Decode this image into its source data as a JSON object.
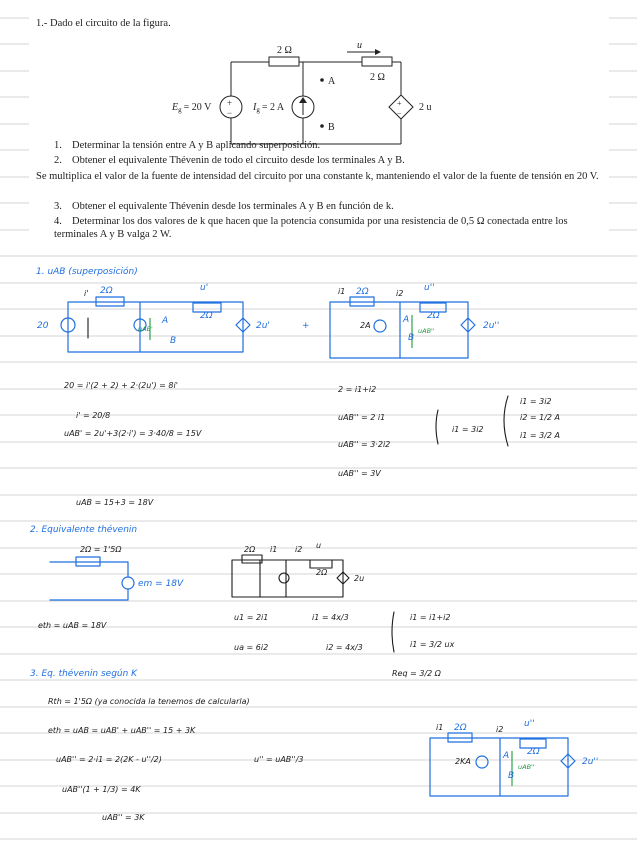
{
  "problem": {
    "title": "1.- Dado el circuito de la figura.",
    "items_a": [
      {
        "num": "1.",
        "text": "Determinar la tensión entre A y B aplicando superposición."
      },
      {
        "num": "2.",
        "text": "Obtener el equivalente Thévenin de todo el circuito desde los terminales A y B."
      }
    ],
    "paragraph": "Se multiplica el valor de la fuente de intensidad del circuito por una constante k, manteniendo el valor de la fuente de tensión en 20 V.",
    "items_b": [
      {
        "num": "3.",
        "text": "Obtener el equivalente Thévenin desde los terminales A y B en función de k."
      },
      {
        "num": "4.",
        "text": "Determinar los dos valores de k que hacen que la potencia consumida por una resistencia de 0,5 Ω conectada entre los terminales A y B valga 2 W."
      }
    ]
  },
  "circuit": {
    "r_top": "2 Ω",
    "r_right": "2 Ω",
    "voltage_label": "u",
    "eg_label": "E",
    "eg_sub": "g",
    "eg_value": "= 20 V",
    "ig_label": "I",
    "ig_sub": "g",
    "ig_value": "= 2 A",
    "dep_label": "2 u",
    "node_a": "A",
    "node_b": "B",
    "plus": "+",
    "minus": "−"
  },
  "notes": {
    "s1_title": "1. uAB (superposición)",
    "s2_title": "2. Equivalente thévenin",
    "s3_title": "3. Eq. thévenin según K",
    "c1": {
      "i1": "i'",
      "r1": "2Ω",
      "u": "u'",
      "r2": "2Ω",
      "src": "20",
      "A": "A",
      "B": "B",
      "uab": "uAB'",
      "dep": "2u'",
      "plus": "+"
    },
    "c2": {
      "i1": "i1",
      "r1": "2Ω",
      "i2": "i2",
      "u": "u''",
      "r2": "2Ω",
      "src": "2A",
      "A": "A",
      "B": "B",
      "uab": "uAB''",
      "dep": "2u''"
    },
    "eq1": [
      "20 = i'(2 + 2) + 2·(2u') = 8i'",
      "i' = 20/8",
      "uAB' = 2u'+3(2·i') = 3·40/8 = 15V"
    ],
    "eq2": [
      "2 = i1+i2",
      "uAB'' = 2 i1",
      "uAB'' = 3·2i2",
      "i1 = 3i2",
      "i2 = 1/2 A",
      "i1 = 3/2 A",
      "uAB'' = 3V"
    ],
    "eq3": "uAB = 15+3 = 18V",
    "th": {
      "r": "2Ω = 1'5Ω",
      "e": "em = 18V",
      "eth": "eth = uAB = 18V"
    },
    "c3": {
      "r1": "2Ω",
      "i1": "i1",
      "i2": "i2",
      "r2": "2Ω",
      "dep": "2u",
      "u": "u"
    },
    "eq4": [
      "u1 = 2i1",
      "i1 = 4x/3",
      "ua = 6i2",
      "i2 = 4x/3",
      "Req = 3/2 Ω",
      "i1 = i1+i2",
      "i1 = 3/2 ux"
    ],
    "eq5": [
      "Rth = 1'5Ω (ya conocida la tenemos de calcularla)",
      "eth = uAB = uAB' + uAB'' = 15 + 3K",
      "uAB'' = 2·i1 = 2(2K - u''/2)",
      "u'' = uAB''/3",
      "uAB''(1 + 1/3) = 4K",
      "uAB'' = 3K"
    ],
    "c4": {
      "i1": "i1",
      "r1": "2Ω",
      "i2": "i2",
      "u": "u''",
      "r2": "2Ω",
      "src": "2KA",
      "A": "A",
      "B": "B",
      "uab": "uAB''",
      "dep": "2u''"
    }
  }
}
